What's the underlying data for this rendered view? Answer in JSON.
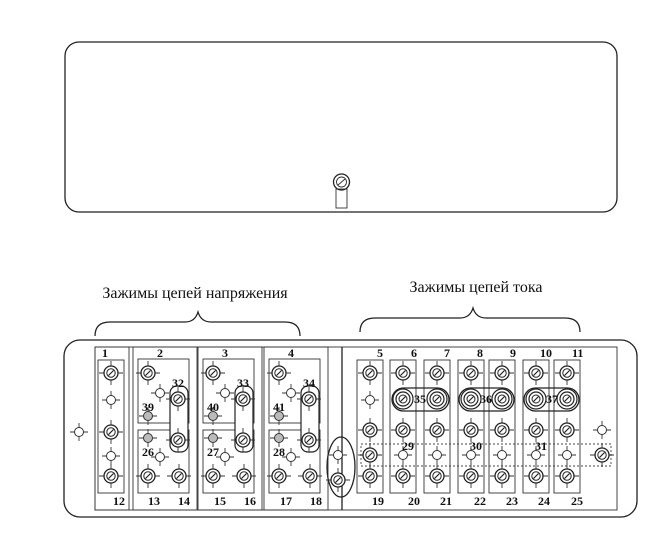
{
  "captions": {
    "voltage": "Зажимы цепей напряжения",
    "current": "Зажимы цепей тока"
  },
  "labels": {
    "n1": "1",
    "n2": "2",
    "n3": "3",
    "n4": "4",
    "n5": "5",
    "n6": "6",
    "n7": "7",
    "n8": "8",
    "n9": "9",
    "n10": "10",
    "n11": "11",
    "n12": "12",
    "n13": "13",
    "n14": "14",
    "n15": "15",
    "n16": "16",
    "n17": "17",
    "n18": "18",
    "n19": "19",
    "n20": "20",
    "n21": "21",
    "n22": "22",
    "n23": "23",
    "n24": "24",
    "n25": "25",
    "n26": "26",
    "n27": "27",
    "n28": "28",
    "n29": "29",
    "n30": "30",
    "n31": "31",
    "n32": "32",
    "n33": "33",
    "n34": "34",
    "n35": "35",
    "n36": "36",
    "n37": "37",
    "n39": "39",
    "n40": "40",
    "n41": "41"
  }
}
